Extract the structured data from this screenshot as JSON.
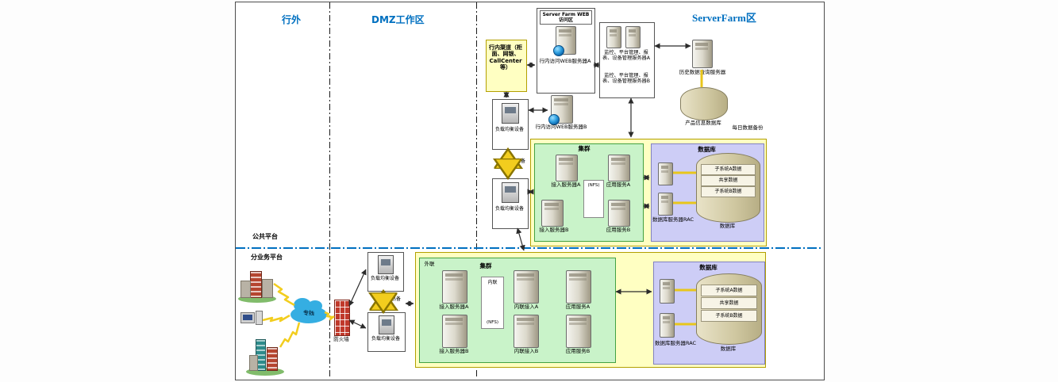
{
  "zones": {
    "outside": "行外",
    "dmz": "DMZ工作区",
    "serverfarm": "ServerFarm区",
    "public_platform": "公共平台",
    "sub_business": "分业务平台"
  },
  "labels": {
    "lb": "负载均衡设备",
    "hot_standby": "热备",
    "cluster": "集群",
    "database": "数据库",
    "nfs": "(NFS)",
    "external": "外联",
    "internal": "内联",
    "firewall": "防火墙",
    "leased_line": "专线",
    "daily_backup": "每日数据备份"
  },
  "channels": {
    "text": "行内渠道（柜面、网银、CallCenter等）"
  },
  "web_zone": {
    "title": "Server Farm WEB访问区",
    "server_a": "行内访问WEB服务器A",
    "server_b": "行内访问WEB服务器B"
  },
  "mgmt": {
    "server_a": "监控、平台管理、报表、设备管理服务器A",
    "server_b": "监控、平台管理、报表、设备管理服务器B"
  },
  "history": {
    "server": "历史数据查询服务器",
    "db": "产品信息数据库"
  },
  "upper_cluster": {
    "access_a": "接入服务器A",
    "access_b": "接入服务器B",
    "app_a": "应用服务A",
    "app_b": "应用服务B"
  },
  "upper_db": {
    "rac": "数据库服务器RAC",
    "bands": [
      "子系统A数据",
      "共享数据",
      "子系统B数据"
    ]
  },
  "lower_cluster": {
    "access_a": "接入服务器A",
    "access_b": "接入服务器B",
    "int_a": "内联接入A",
    "int_b": "内联接入B",
    "app_a": "应用服务A",
    "app_b": "应用服务B"
  },
  "lower_db": {
    "rac": "数据库服务器RAC",
    "bands": [
      "子系统A数据",
      "共享数据",
      "子系统B数据"
    ]
  }
}
